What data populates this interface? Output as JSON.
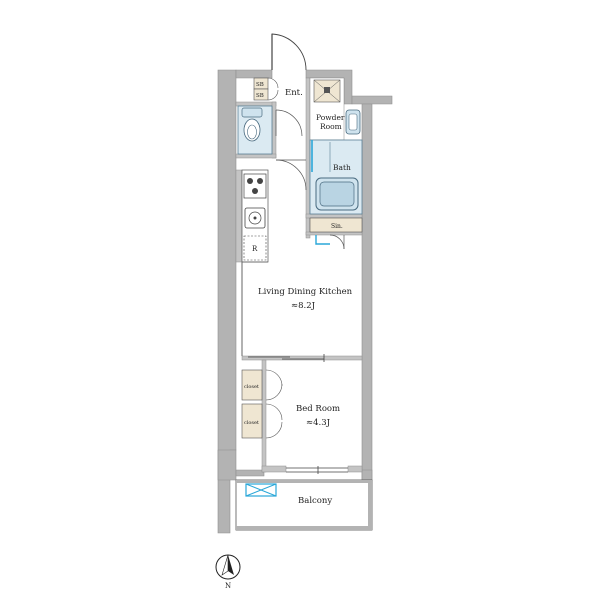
{
  "rooms": {
    "entrance": "Ent.",
    "powder_room_line1": "Powder",
    "powder_room_line2": "Room",
    "bath": "Bath",
    "sin": "Sin.",
    "ldk": "Living Dining Kitchen",
    "ldk_size": "≈8.2J",
    "bedroom": "Bed Room",
    "bedroom_size": "≈4.3J",
    "balcony": "Balcony"
  },
  "storage": {
    "sb_top": "SB",
    "sb_bottom": "SB",
    "fridge": "R",
    "closet_upper": "closet",
    "closet_lower": "closet"
  },
  "compass": {
    "north_label": "N"
  },
  "colors": {
    "wall": "#b3b3b3",
    "fixture_fill": "#cfe3ee",
    "fixture_stroke": "#5a7f95",
    "accent_cyan": "#2aa7d8",
    "cabinet": "#efe6d2"
  }
}
